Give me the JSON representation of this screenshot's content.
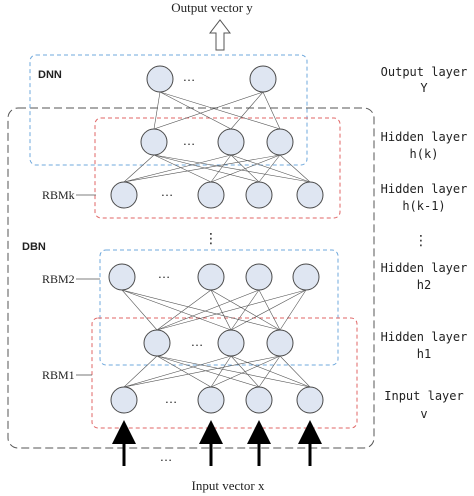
{
  "diagram": {
    "top_label": "Output vector y",
    "bottom_label": "Input vector x",
    "ellipsis": "…",
    "vertical_ellipsis": "⋮",
    "group_labels": {
      "dnn": "DNN",
      "dbn": "DBN",
      "rbmk": "RBMk",
      "rbm2": "RBM2",
      "rbm1": "RBM1"
    },
    "layer_labels": [
      {
        "line1": "Output layer",
        "line2": "Y"
      },
      {
        "line1": "Hidden layer",
        "line2": "h(k)"
      },
      {
        "line1": "Hidden layer",
        "line2": "h(k-1)"
      },
      {
        "line1": "Hidden layer",
        "line2": "h2"
      },
      {
        "line1": "Hidden layer",
        "line2": "h1"
      },
      {
        "line1": "Input layer",
        "line2": "v"
      }
    ],
    "colors": {
      "neuron_fill": "#dfe6f2",
      "blue_box": "#6fa8dc",
      "red_box": "#e06666",
      "outer_box": "#555555"
    }
  }
}
